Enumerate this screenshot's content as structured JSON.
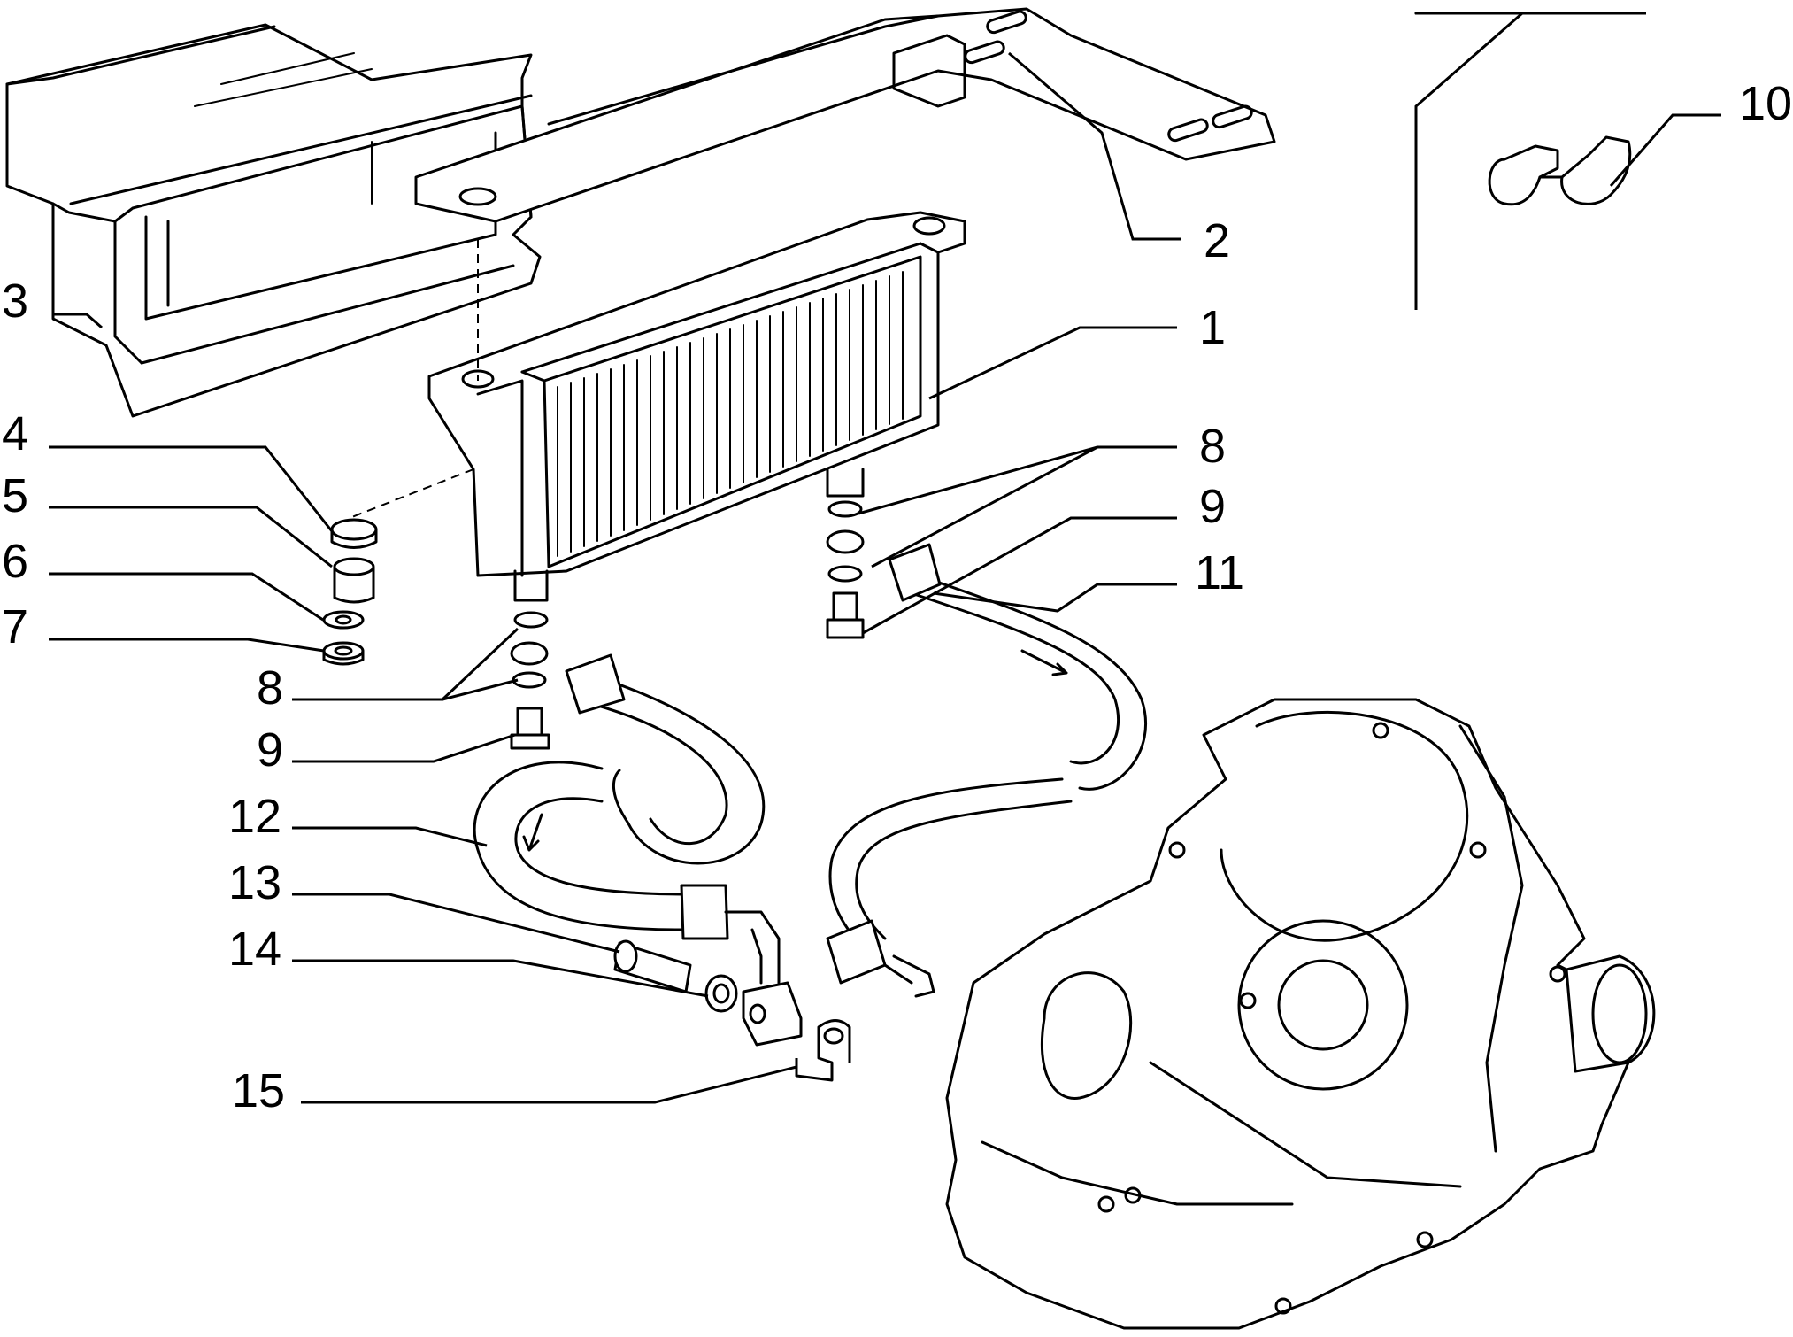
{
  "callouts": [
    {
      "id": "c1",
      "label": "1"
    },
    {
      "id": "c2",
      "label": "2"
    },
    {
      "id": "c3",
      "label": "3"
    },
    {
      "id": "c4",
      "label": "4"
    },
    {
      "id": "c5",
      "label": "5"
    },
    {
      "id": "c6",
      "label": "6"
    },
    {
      "id": "c7",
      "label": "7"
    },
    {
      "id": "c8a",
      "label": "8"
    },
    {
      "id": "c8b",
      "label": "8"
    },
    {
      "id": "c9a",
      "label": "9"
    },
    {
      "id": "c9b",
      "label": "9"
    },
    {
      "id": "c10",
      "label": "10"
    },
    {
      "id": "c11",
      "label": "11"
    },
    {
      "id": "c12",
      "label": "12"
    },
    {
      "id": "c13",
      "label": "13"
    },
    {
      "id": "c14",
      "label": "14"
    },
    {
      "id": "c15",
      "label": "15"
    }
  ]
}
